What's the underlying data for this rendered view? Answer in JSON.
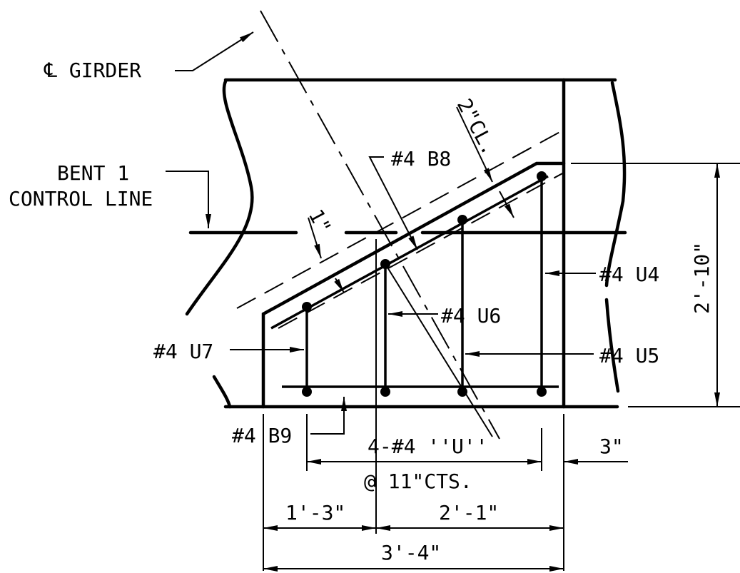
{
  "labels": {
    "girder": "℄ GIRDER",
    "bent_line1": "BENT 1",
    "bent_line2": "CONTROL LINE",
    "b8": "#4 B8",
    "clear_2": "2\"CL.",
    "clear_1": "1\"",
    "u4": "#4 U4",
    "u6": "#4 U6",
    "u5": "#4 U5",
    "u7": "#4 U7",
    "b9": "#4 B9",
    "height": "2'-10\"",
    "u_count": "4-#4 ''U''",
    "spacing": "@ 11\"CTS.",
    "cover_3": "3\"",
    "dim_1_3": "1'-3\"",
    "dim_2_1": "2'-1\"",
    "dim_3_4": "3'-4\""
  },
  "colors": {
    "line": "#000000",
    "background": "#ffffff"
  }
}
